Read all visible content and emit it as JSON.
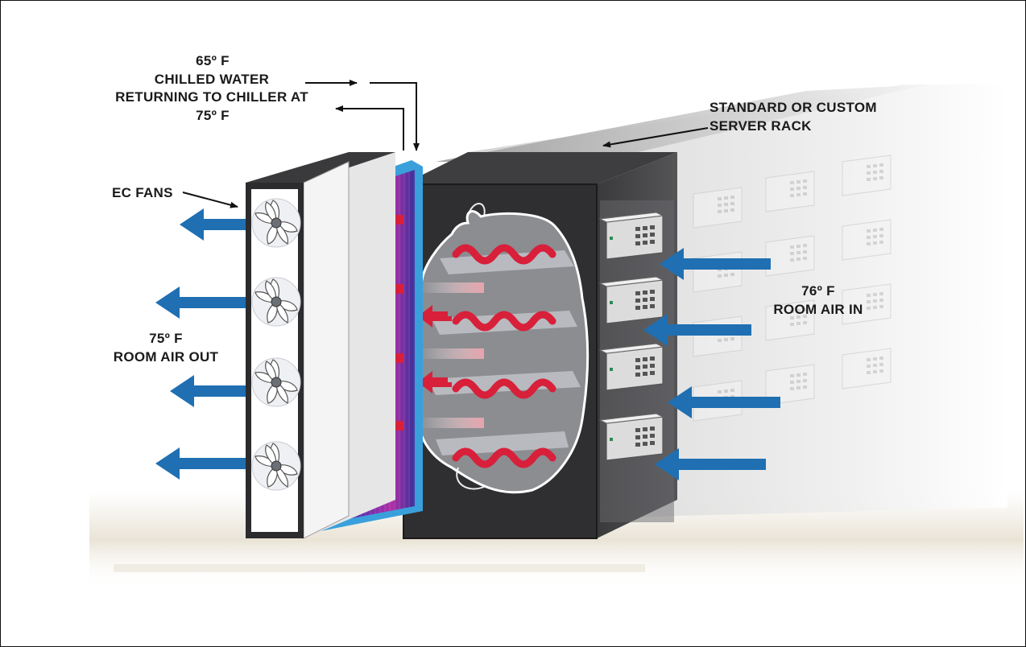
{
  "labels": {
    "supply_temp": "65º F",
    "chilled_water": "CHILLED WATER",
    "returning": "RETURNING TO CHILLER AT",
    "return_temp": "75º F",
    "ec_fans": "EC FANS",
    "server_rack_line1": "STANDARD OR CUSTOM",
    "server_rack_line2": "SERVER RACK",
    "room_air_in_temp": "76º F",
    "room_air_in": "ROOM AIR IN",
    "room_air_out_temp": "75º F",
    "room_air_out": "ROOM AIR OUT"
  },
  "colors": {
    "cold_air_arrow": "#1f6fb2",
    "hot_air_arrow": "#d8203a",
    "coil_edge": "#3aa0dc",
    "coil_core": "#3a2f9a",
    "cabinet": "#2f2f31",
    "background": "#ffffff"
  },
  "icons": [
    "fan-icon",
    "cold-air-arrow",
    "hot-air-arrow",
    "heat-wave",
    "server-unit"
  ]
}
